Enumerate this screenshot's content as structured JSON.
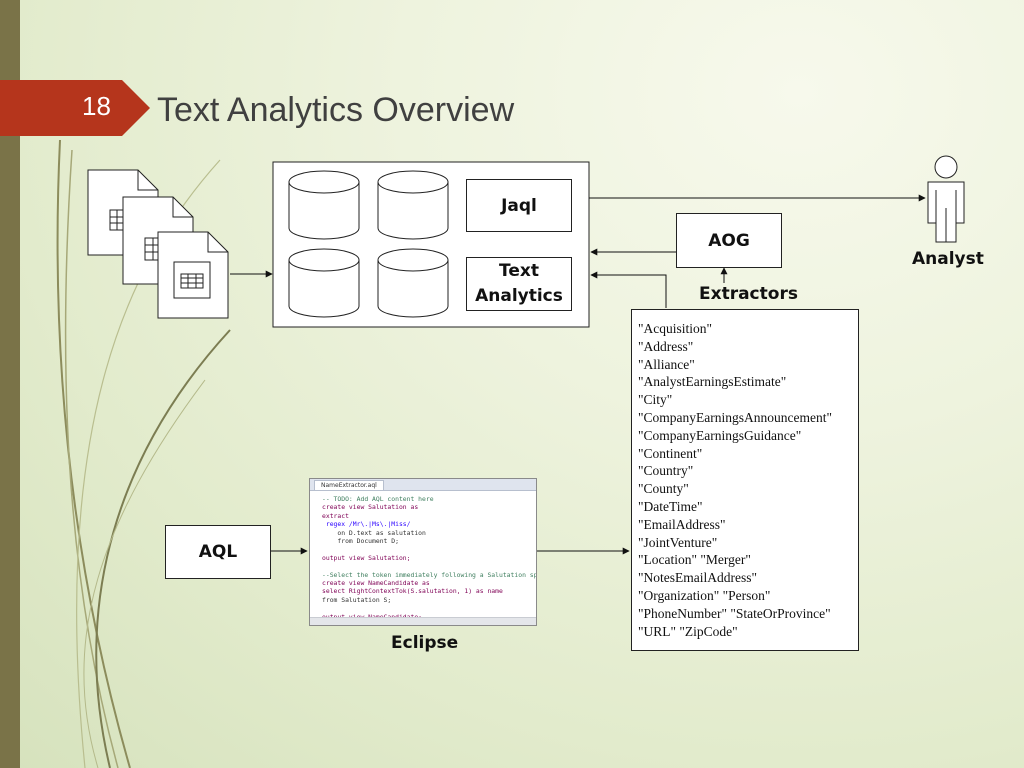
{
  "slide": {
    "number": "18",
    "title": "Text Analytics Overview"
  },
  "diagram": {
    "jaql": "Jaql",
    "text_analytics_line1": "Text",
    "text_analytics_line2": "Analytics",
    "aog": "AOG",
    "extractors": "Extractors",
    "analyst": "Analyst",
    "aql": "AQL",
    "eclipse": "Eclipse",
    "extractor_list": [
      "\"Acquisition\"",
      "\"Address\"",
      "\"Alliance\"",
      "\"AnalystEarningsEstimate\"",
      "\"City\"",
      "\"CompanyEarningsAnnouncement\"",
      "\"CompanyEarningsGuidance\"",
      "\"Continent\"",
      "\"Country\"",
      "\"County\"",
      "\"DateTime\"",
      "\"EmailAddress\"",
      "\"JointVenture\"",
      "\"Location\" \"Merger\"",
      "\"NotesEmailAddress\"",
      "\"Organization\" \"Person\"",
      "\"PhoneNumber\" \"StateOrProvince\"",
      "\"URL\" \"ZipCode\""
    ]
  },
  "eclipse_editor": {
    "tab_label": "NameExtractor.aql",
    "code_lines": [
      "-- TODO: Add AQL content here",
      "create view Salutation as",
      "extract",
      " regex /Mr\\.|Ms\\.|Miss/",
      "    on D.text as salutation",
      "    from Document D;",
      "",
      "output view Salutation;",
      "",
      "--Select the token immediately following a Salutation span",
      "create view NameCandidate as",
      "select RightContextTok(S.salutation, 1) as name",
      "from Salutation S;",
      "",
      "output view NameCandidate;"
    ]
  },
  "colors": {
    "accent_red": "#b5351c",
    "left_bar": "#7a7348",
    "background": "#eef3de"
  }
}
